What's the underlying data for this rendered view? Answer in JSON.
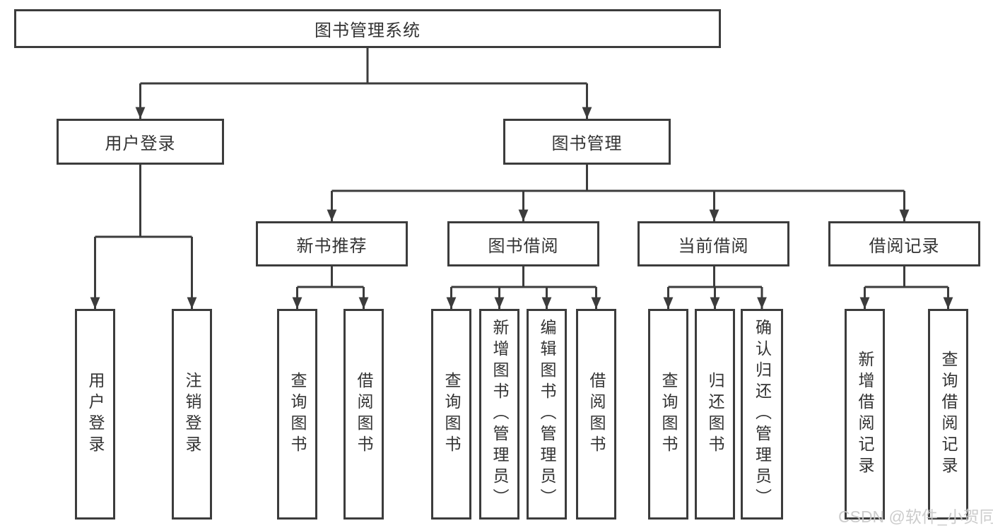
{
  "colors": {
    "line": "#3c3c3c",
    "text": "#333333",
    "bg": "#ffffff",
    "watermark": "#c8c8c8"
  },
  "nodes": {
    "root": {
      "label": "图书管理系统"
    },
    "user_login": {
      "label": "用户登录",
      "children": {
        "login": {
          "label": "用户登录"
        },
        "logout": {
          "label": "注销登录"
        }
      }
    },
    "book_mgmt": {
      "label": "图书管理",
      "children": {
        "new_books": {
          "label": "新书推荐",
          "children": {
            "query": {
              "label": "查询图书"
            },
            "borrow": {
              "label": "借阅图书"
            }
          }
        },
        "borrowing": {
          "label": "图书借阅",
          "children": {
            "query": {
              "label": "查询图书"
            },
            "add": {
              "label": "新增图书（管理员）"
            },
            "edit": {
              "label": "编辑图书（管理员）"
            },
            "borrow": {
              "label": "借阅图书"
            }
          }
        },
        "current": {
          "label": "当前借阅",
          "children": {
            "query": {
              "label": "查询图书"
            },
            "return": {
              "label": "归还图书"
            },
            "confirm": {
              "label": "确认归还（管理员）"
            }
          }
        },
        "records": {
          "label": "借阅记录",
          "children": {
            "add": {
              "label": "新增借阅记录"
            },
            "query": {
              "label": "查询借阅记录"
            }
          }
        }
      }
    }
  },
  "watermark": {
    "text": "CSDN @软件_小贺同学"
  }
}
